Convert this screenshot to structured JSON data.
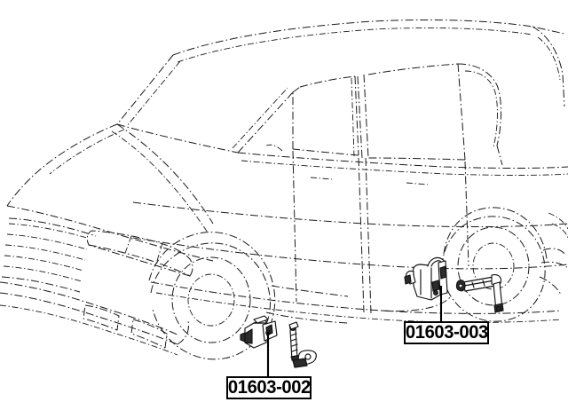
{
  "diagram": {
    "title": "Vehicle height control sensor mounting diagram",
    "vehicle_view": "front three-quarter left side view SUV outline",
    "line_style": "dash-dot phantom line",
    "background_color": "#ffffff",
    "line_color": "#1a1a1a"
  },
  "callouts": [
    {
      "id": "callout-front",
      "part_number": "01603-002",
      "position": "lower-center",
      "description": "front height control sensor and link assembly",
      "components": [
        "sensor bracket body",
        "link rod with ball joint"
      ]
    },
    {
      "id": "callout-rear",
      "part_number": "01603-003",
      "position": "lower-right",
      "description": "rear height control sensor and link assembly",
      "components": [
        "sensor bracket body",
        "link arm rod"
      ]
    }
  ],
  "labels": {
    "front_part": "01603-002",
    "rear_part": "01603-003"
  }
}
